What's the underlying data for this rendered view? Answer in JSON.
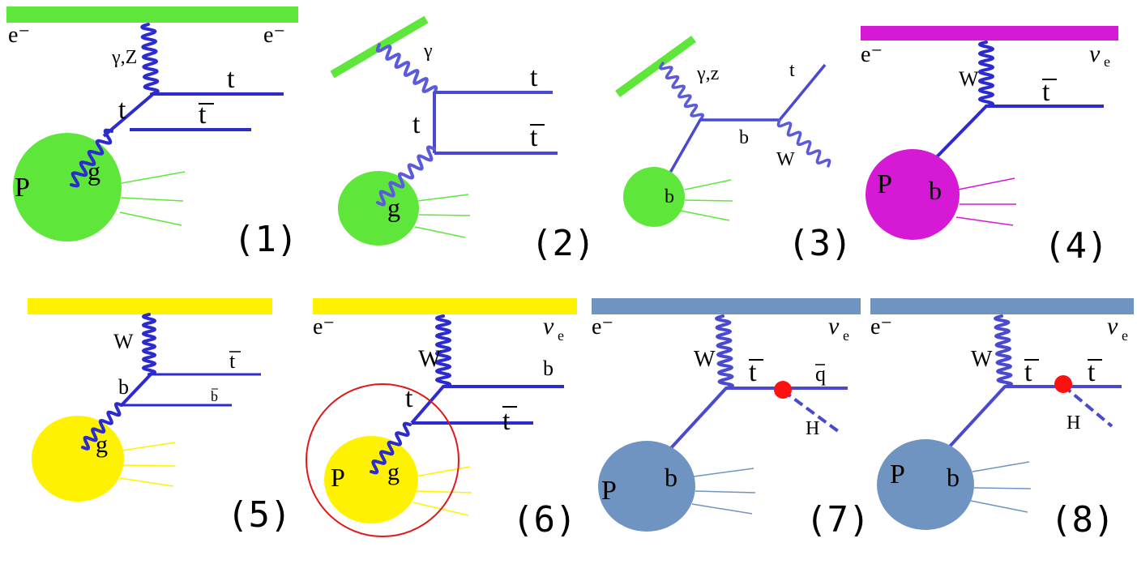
{
  "colors": {
    "green": "#5fe63b",
    "magenta": "#d519d4",
    "yellow": "#fff200",
    "steel": "#7094c1",
    "line": "#2b2bd0",
    "vertex": "#ff1010",
    "circle": "#e01818"
  },
  "diagrams": [
    {
      "number": "(1)",
      "e_in": "e⁻",
      "e_out": "e⁻",
      "boson": "γ,Z",
      "top": "t",
      "antitop": "t",
      "exchange": "t",
      "proton": "P",
      "gluon": "g"
    },
    {
      "number": "(2)",
      "boson": "γ",
      "top": "t",
      "antitop": "t",
      "exchange": "t",
      "gluon": "g"
    },
    {
      "number": "(3)",
      "boson": "γ,z",
      "top": "t",
      "b_quark": "b",
      "w": "W",
      "b_in": "b"
    },
    {
      "number": "(4)",
      "e_in": "e⁻",
      "neutrino": "ν",
      "nu_sub": "e",
      "w": "W",
      "antitop": "t",
      "proton": "P",
      "b_in": "b"
    },
    {
      "number": "(5)",
      "w": "W",
      "antitop": "t",
      "exchange": "b",
      "antib": "b",
      "gluon": "g"
    },
    {
      "number": "(6)",
      "e_in": "e⁻",
      "neutrino": "ν",
      "nu_sub": "e",
      "w": "W",
      "b_out": "b",
      "exchange": "t",
      "antitop": "t",
      "proton": "P",
      "gluon": "g"
    },
    {
      "number": "(7)",
      "e_in": "e⁻",
      "neutrino": "ν",
      "nu_sub": "e",
      "w": "W",
      "antitop": "t",
      "antiq": "q",
      "higgs": "H",
      "proton": "P",
      "b_in": "b"
    },
    {
      "number": "(8)",
      "e_in": "e⁻",
      "neutrino": "ν",
      "nu_sub": "e",
      "w": "W",
      "antitop": "t",
      "antitop2": "t",
      "higgs": "H",
      "proton": "P",
      "b_in": "b"
    }
  ]
}
